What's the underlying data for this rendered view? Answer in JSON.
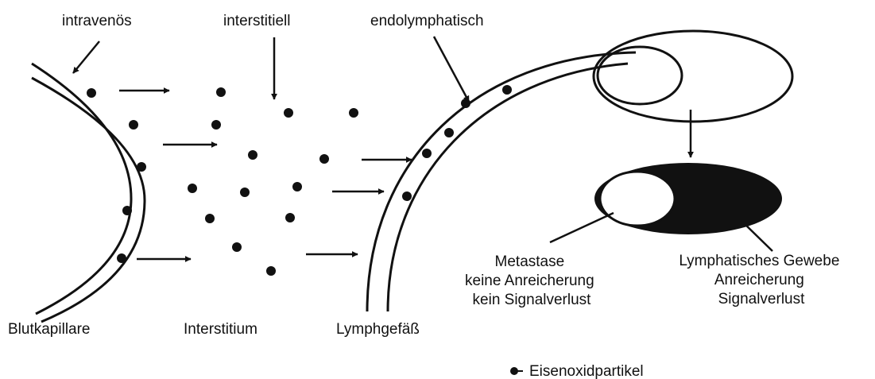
{
  "labels": {
    "intravenous": "intravenös",
    "interstitial": "interstitiell",
    "endolymphatic": "endolymphatisch",
    "blood_capillary": "Blutkapillare",
    "interstitium": "Interstitium",
    "lymph_vessel": "Lymphgefäß",
    "metastasis": [
      "Metastase",
      "keine Anreicherung",
      "kein Signalverlust"
    ],
    "lymphatic_tissue": [
      "Lymphatisches Gewebe",
      "Anreicherung",
      "Signalverlust"
    ],
    "legend": "Eisenoxidpartikel"
  }
}
